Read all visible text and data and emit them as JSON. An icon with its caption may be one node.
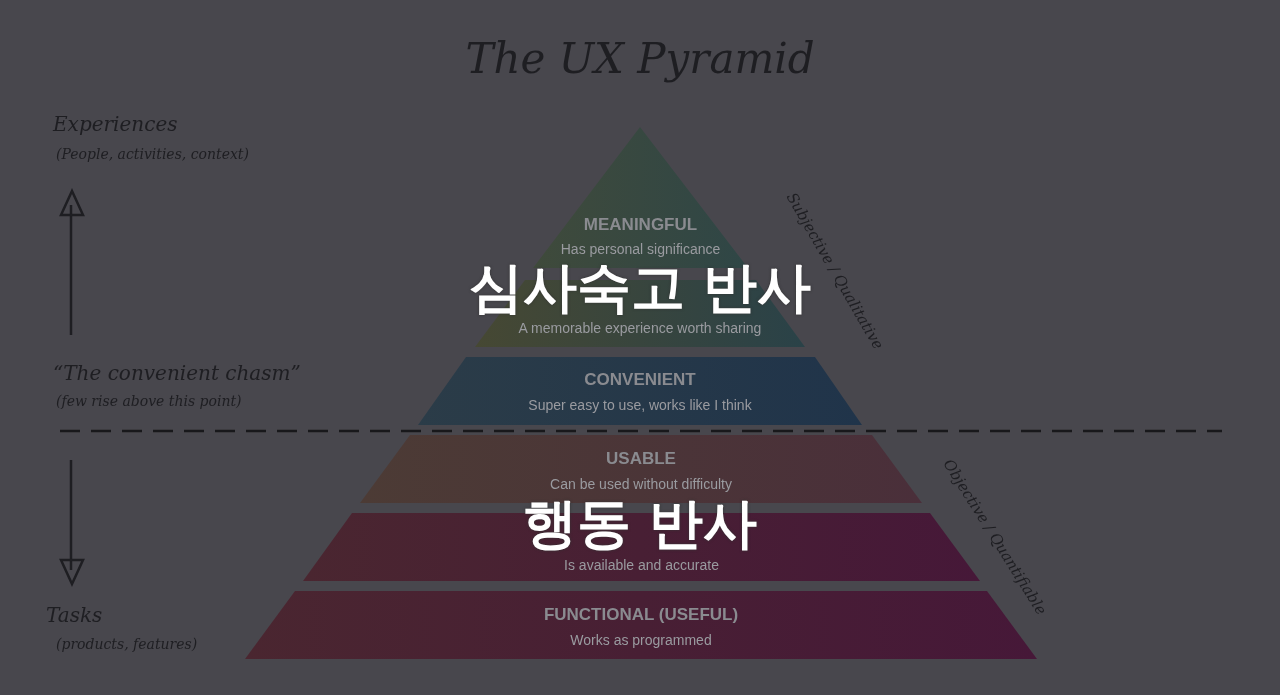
{
  "diagram": {
    "title": "The UX Pyramid",
    "nodes": [
      {
        "text": [
          "MEANINGFUL",
          "Has personal significance"
        ]
      },
      {
        "text": [
          "A memorable experience worth sharing"
        ]
      },
      {
        "text": [
          "CONVENIENT",
          "Super easy to use, works like I think"
        ]
      },
      {
        "text": [
          "USABLE",
          "Can be used without difficulty"
        ]
      },
      {
        "text": [
          "Is available and accurate"
        ]
      },
      {
        "text": [
          "FUNCTIONAL (USEFUL)",
          "Works as programmed"
        ]
      }
    ],
    "edges": [],
    "labels": [
      "Experiences",
      "(People, activities, context)",
      "Subjective / Qualitative",
      "심사숙고 반사",
      "“The convenient chasm”",
      "(few rise above this point)",
      "Objective / Quantifiable",
      "행동 반사",
      "Tasks",
      "(products, features)"
    ]
  }
}
